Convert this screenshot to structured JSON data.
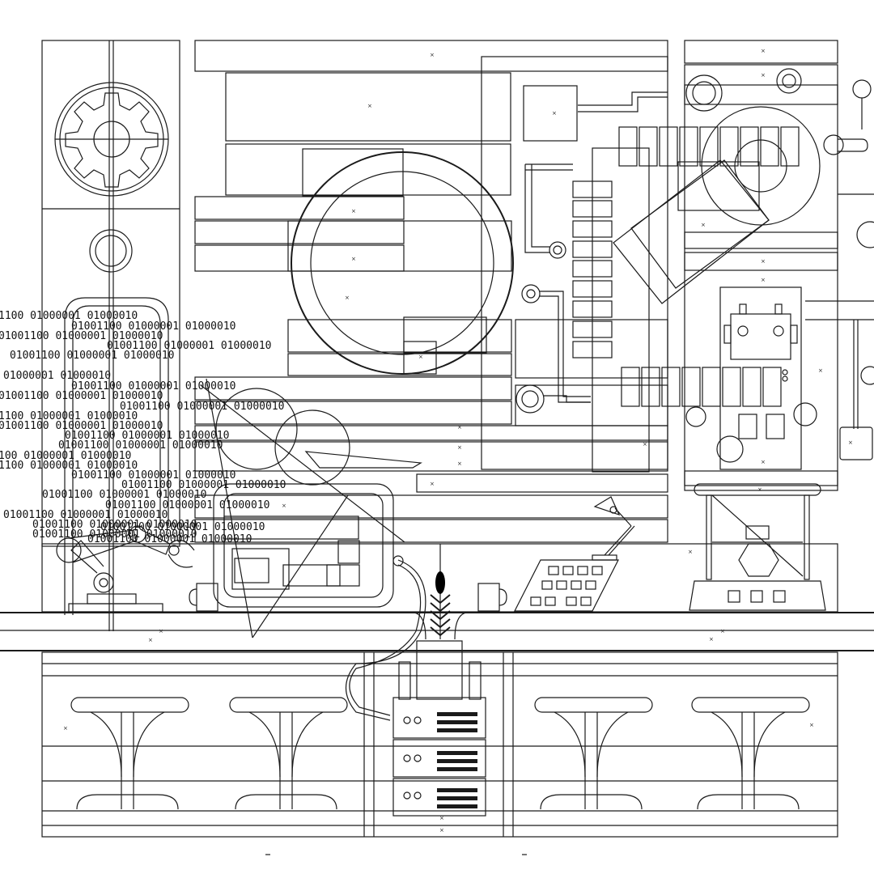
{
  "binary_stream": {
    "rows": [
      "1100 01000001 01000010",
      "01001100 01000001 01000010",
      "01001100 01000001 01000010",
      "01001100 01000001 01000010",
      "01001100 01000001 01000010",
      "01000001 01000010",
      "01001100 01000001 01000010",
      "01001100 01000001 01000010",
      "01001100 01000001 01000010",
      "1100 01000001 01000010",
      "01001100 01000001 01000010",
      "01001100 01000001 01000010",
      "01001100 01000001 01000010",
      "100 01000001 01000010",
      "1100 01000001 01000010",
      "01001100 01000001 01000010",
      "01001100 01000001 01000010",
      "01001100 01000001 01000010",
      "01001100 01000001 01000010",
      "01001100 01000001 01000010",
      "01001100 01000001 01000010",
      "01001100 01000001 01000010",
      "01001100 01000001 01000010",
      "01001100 01000001 01000010"
    ]
  },
  "illustration": {
    "style": "monochrome line-art",
    "stroke_color": "#1a1a1a",
    "background_color": "#ffffff",
    "objects": [
      "gear-icon",
      "robot-arm",
      "robot-face",
      "desk-lamp",
      "keypad",
      "3d-printer",
      "server-rack",
      "stools",
      "coffee-mugs",
      "plant-stalk",
      "monitor",
      "pipe-network"
    ]
  }
}
